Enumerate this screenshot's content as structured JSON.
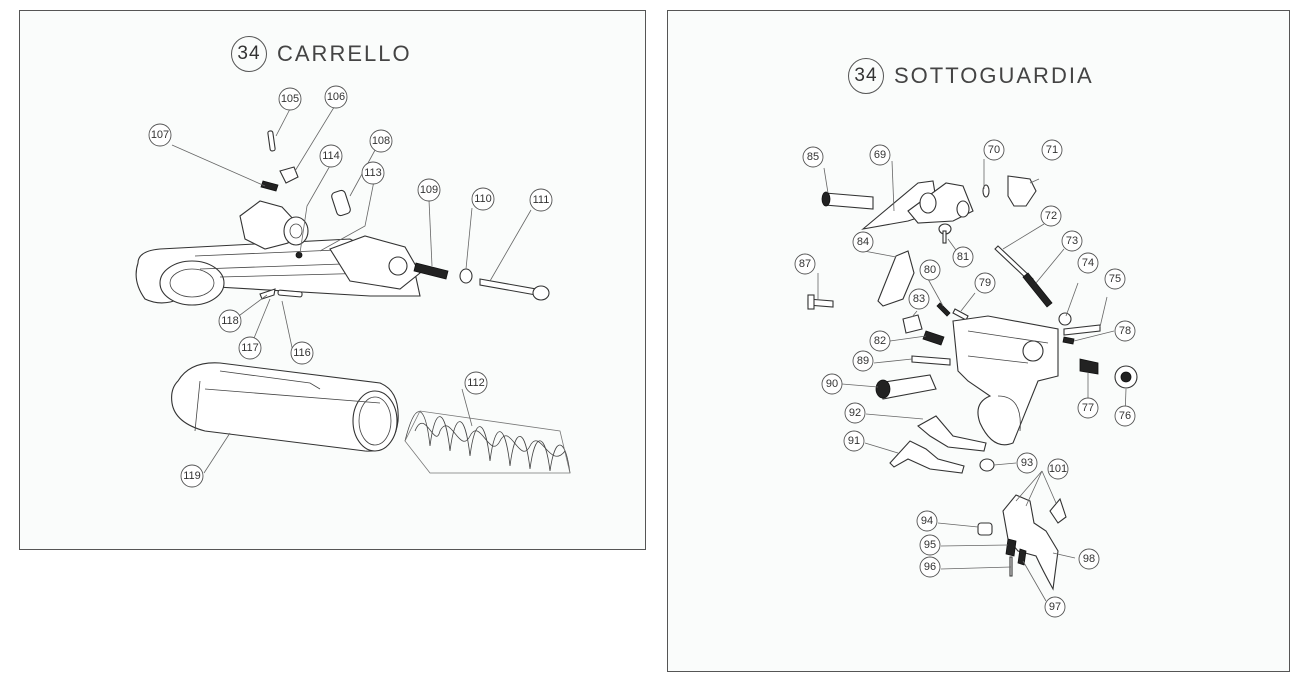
{
  "left_panel": {
    "badge": "34",
    "title": "CARRELLO",
    "callouts": [
      "105",
      "106",
      "107",
      "114",
      "108",
      "113",
      "109",
      "110",
      "111",
      "118",
      "117",
      "116",
      "112",
      "119"
    ]
  },
  "right_panel": {
    "badge": "34",
    "title": "SOTTOGUARDIA",
    "callouts": [
      "85",
      "69",
      "70",
      "71",
      "72",
      "73",
      "84",
      "87",
      "80",
      "81",
      "79",
      "74",
      "75",
      "83",
      "78",
      "82",
      "89",
      "77",
      "76",
      "90",
      "92",
      "91",
      "93",
      "101",
      "94",
      "95",
      "98",
      "96",
      "97"
    ]
  }
}
